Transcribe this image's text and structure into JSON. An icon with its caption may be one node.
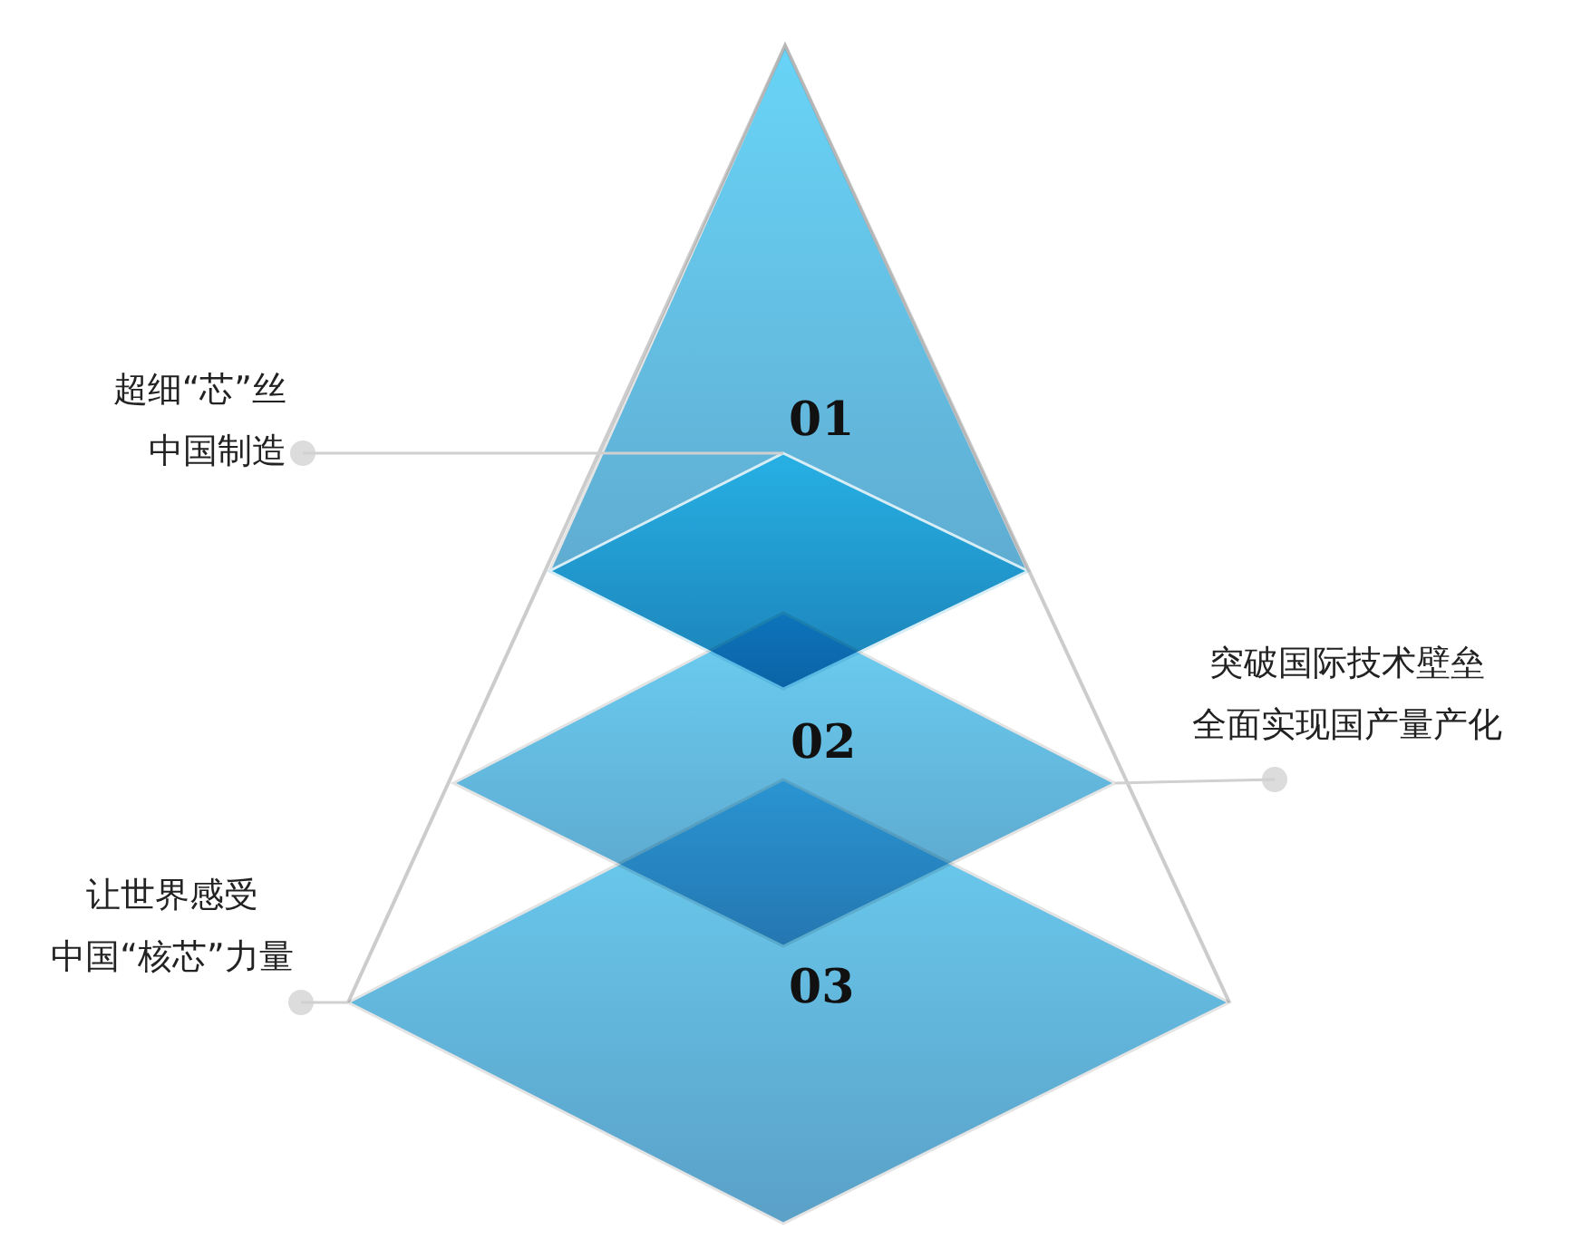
{
  "diagram": {
    "nodes": [
      {
        "text": [
          "超细“芯”丝",
          "中国制造"
        ]
      },
      {
        "text": [
          "01"
        ]
      },
      {
        "text": [
          "突破国际技术壁垒",
          "全面实现国产量产化"
        ]
      },
      {
        "text": [
          "02"
        ]
      },
      {
        "text": [
          "让世界感受",
          "中国“核芯”力量"
        ]
      },
      {
        "text": [
          "03"
        ]
      }
    ],
    "edges": [
      {
        "from": 0,
        "to": 1,
        "arrow": "other"
      },
      {
        "from": 2,
        "to": 3,
        "arrow": "other"
      },
      {
        "from": 4,
        "to": 5,
        "arrow": "other"
      }
    ]
  }
}
